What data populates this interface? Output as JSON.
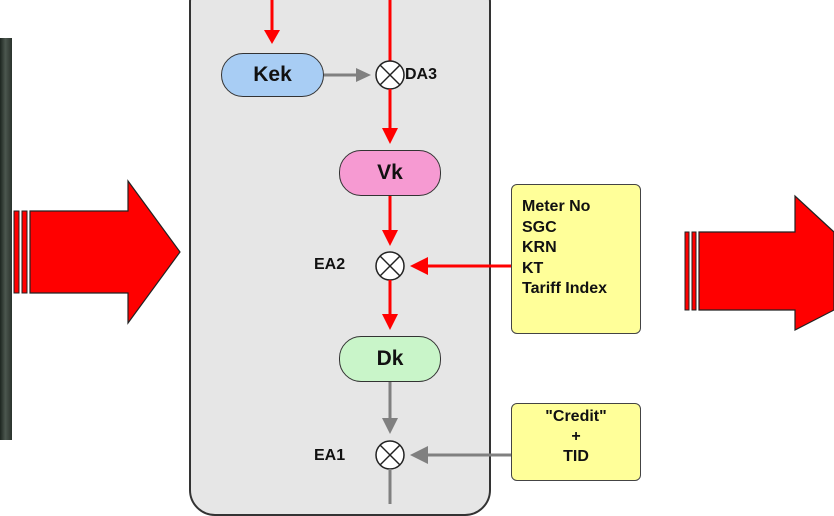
{
  "nodes": {
    "kek": "Kek",
    "vk": "Vk",
    "dk": "Dk"
  },
  "operators": {
    "da3": "DA3",
    "ea2": "EA2",
    "ea1": "EA1"
  },
  "inputs": {
    "meter_fields": [
      "Meter No",
      "SGC",
      "KRN",
      "KT",
      "Tariff Index"
    ],
    "credit_lines": [
      "\"Credit\"",
      "+",
      "TID"
    ]
  },
  "colors": {
    "arrow_red": "#ff0000",
    "arrow_gray": "#808080",
    "kek_fill": "#a8cdf4",
    "vk_fill": "#f69ad2",
    "dk_fill": "#c9f5c9",
    "note_fill": "#ffff99",
    "panel_fill": "#e6e6e6"
  }
}
